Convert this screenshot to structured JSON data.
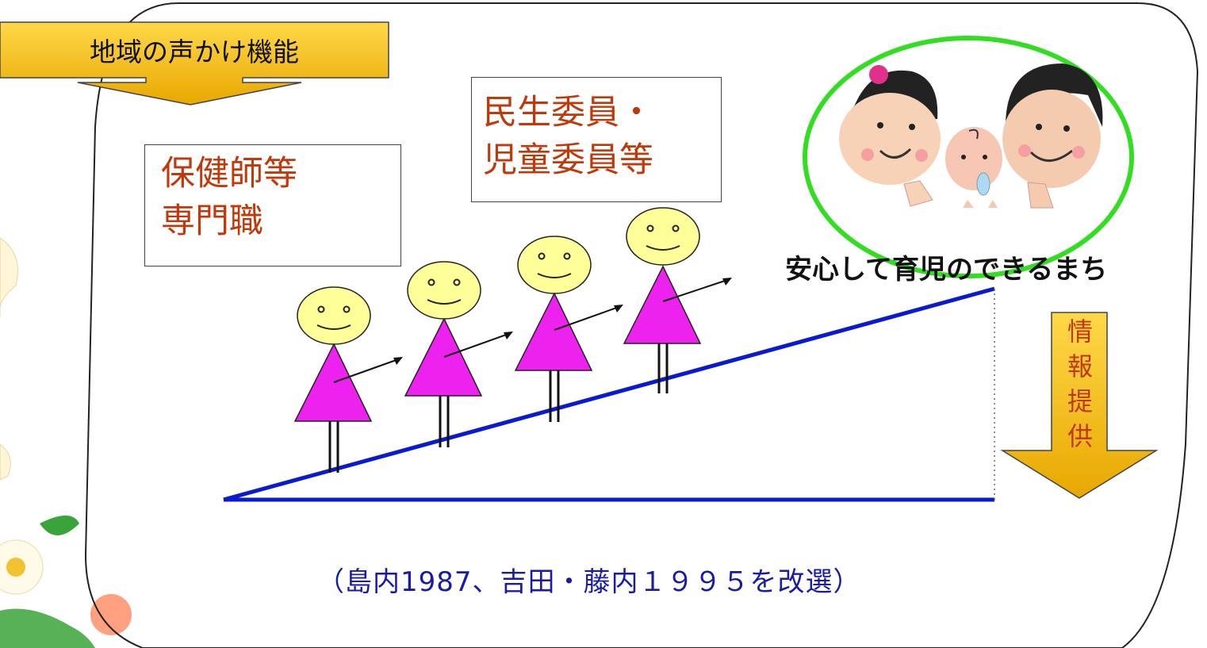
{
  "community_outreach": {
    "label": "地域の声かけ機能"
  },
  "professionals": {
    "line1": "保健師等",
    "line2": "専門職"
  },
  "volunteers": {
    "line1": "民生委員・",
    "line2": "児童委員等"
  },
  "goal": {
    "label": "安心して育児のできるまち"
  },
  "info_provision": {
    "label": "情報提供"
  },
  "citation": "（島内1987、吉田・藤内１９９５を改選）",
  "colors": {
    "arrow_fill": "#f5c400",
    "figure_body": "#ee22ee",
    "face": "#ffff99",
    "slope_line": "#0a1ad0",
    "circle": "#33dd22",
    "label_red": "#c0390b",
    "citation_blue": "#1a1aa8"
  },
  "icons": [
    "flower-icon",
    "family-icon"
  ]
}
